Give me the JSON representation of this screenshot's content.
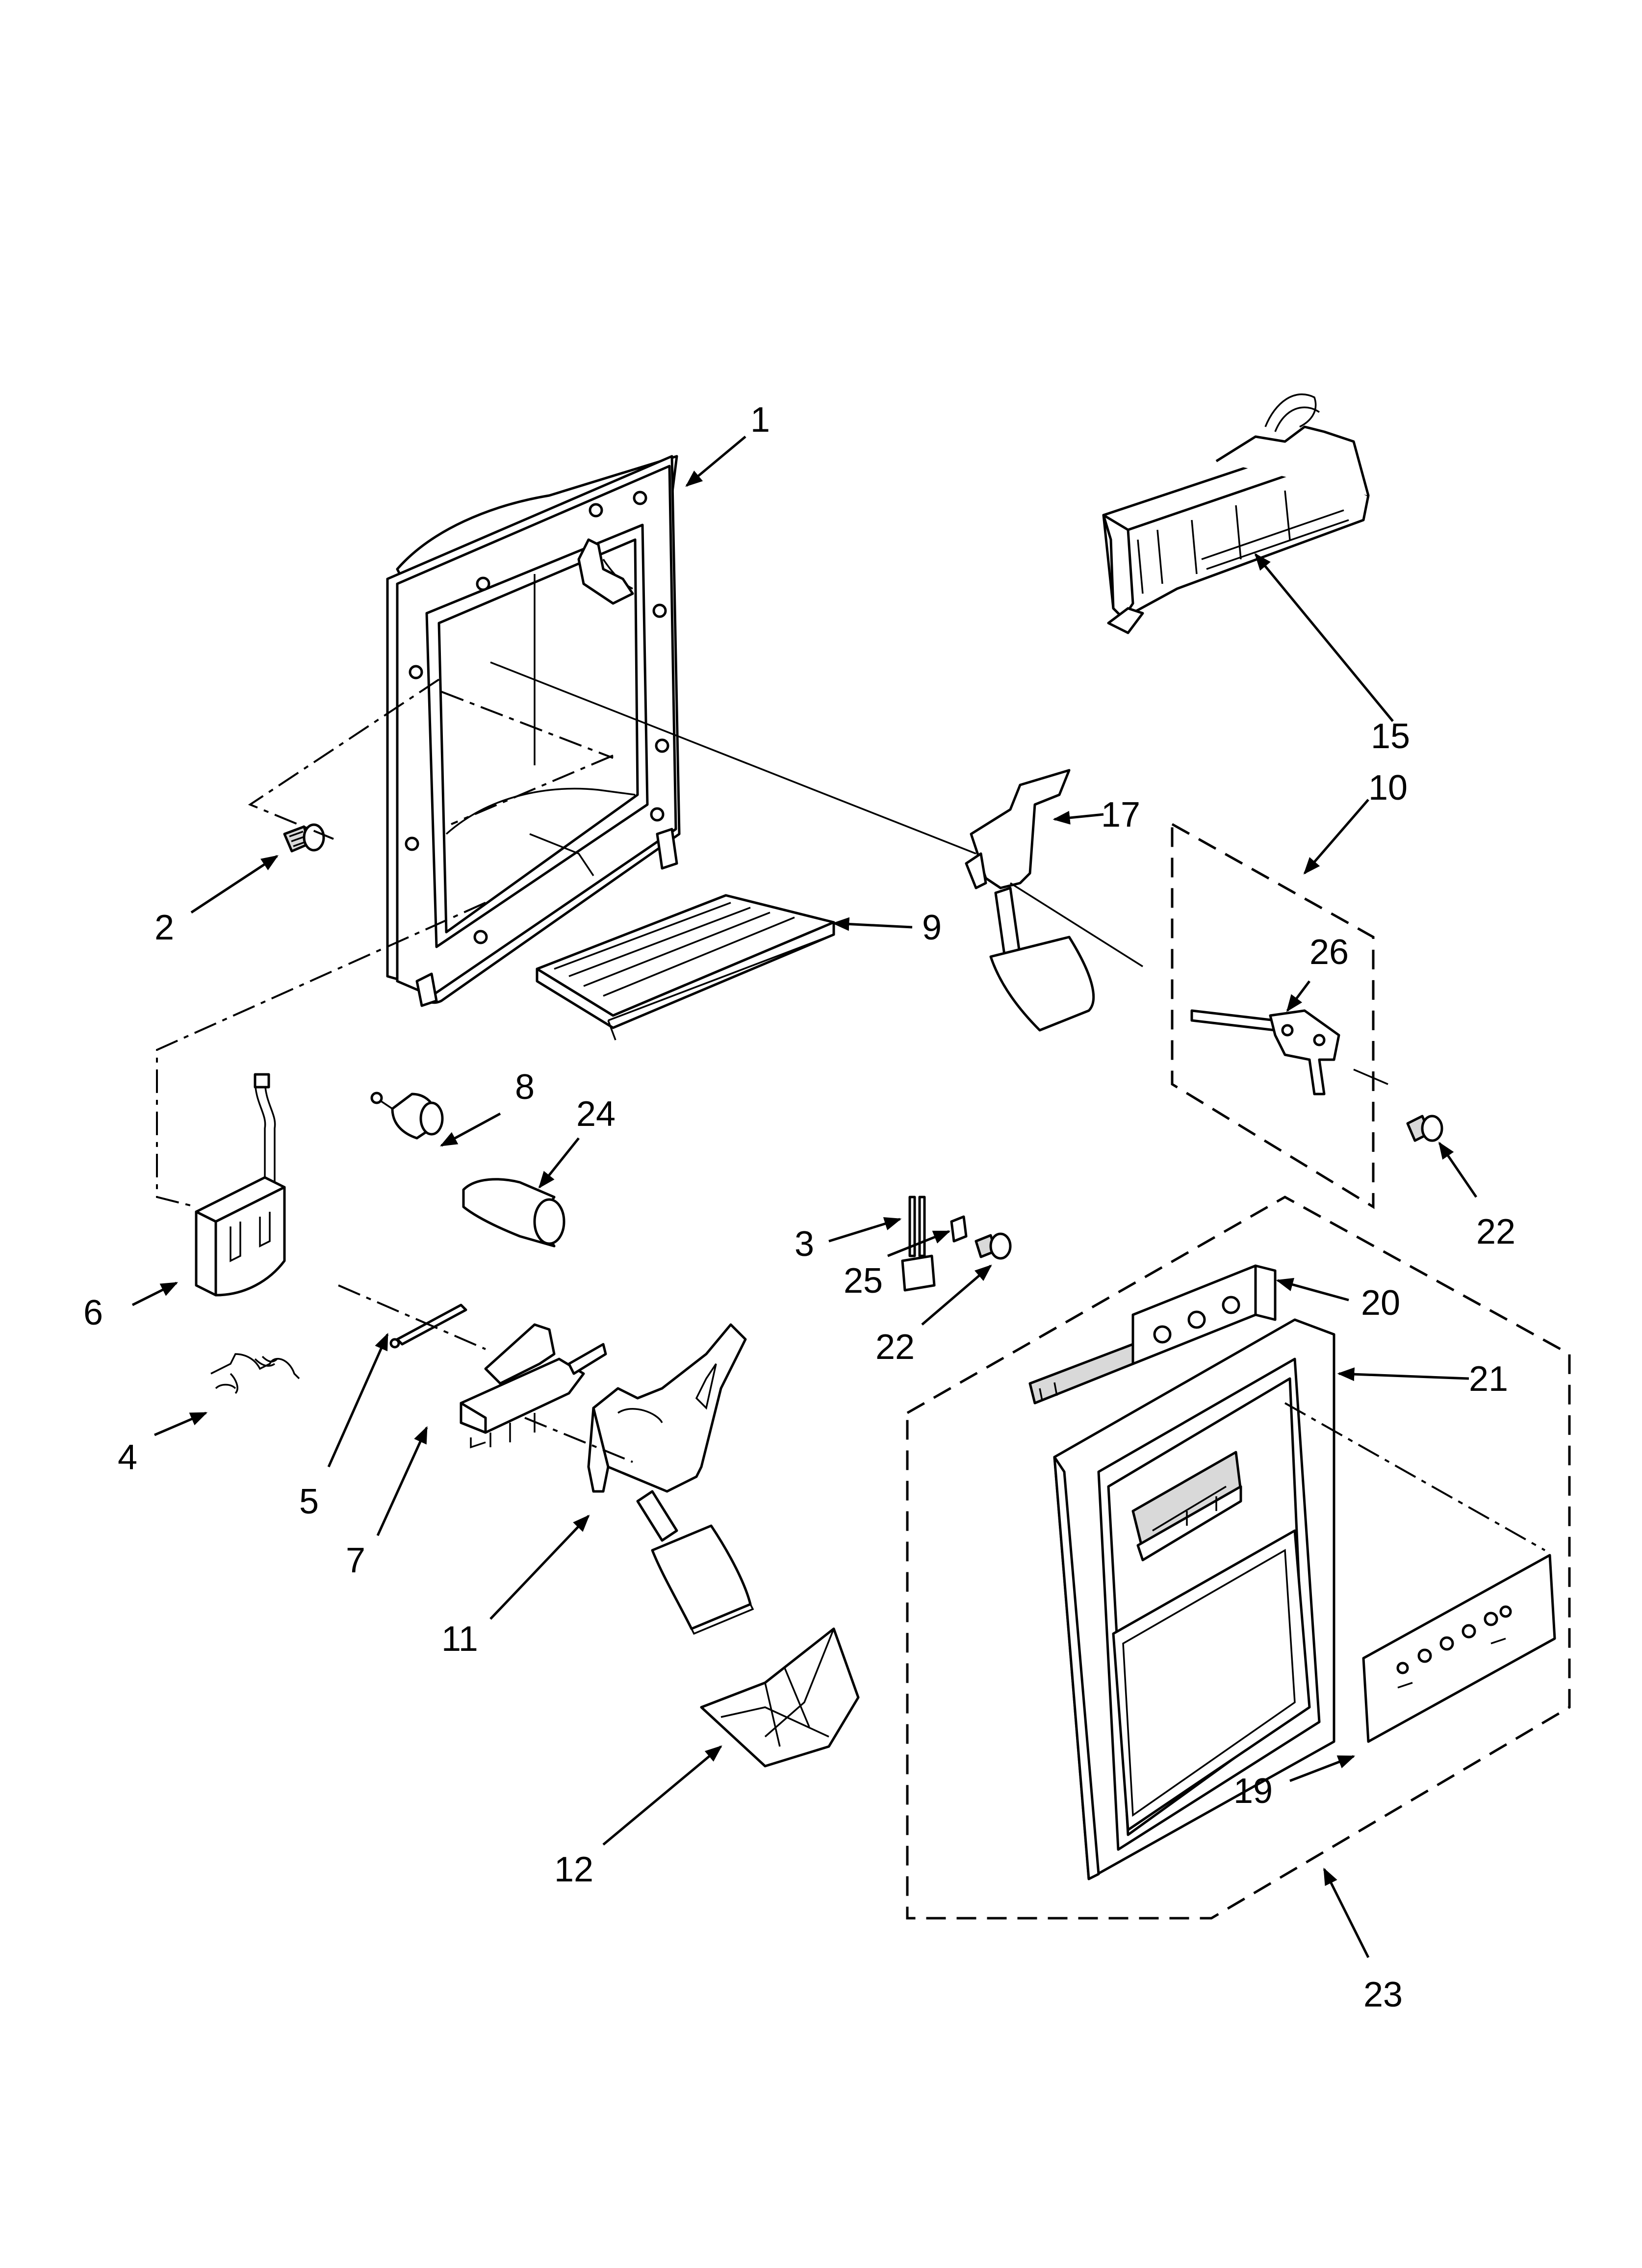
{
  "callouts": [
    {
      "id": "1",
      "label": "1"
    },
    {
      "id": "2",
      "label": "2"
    },
    {
      "id": "3",
      "label": "3"
    },
    {
      "id": "4",
      "label": "4"
    },
    {
      "id": "5",
      "label": "5"
    },
    {
      "id": "6",
      "label": "6"
    },
    {
      "id": "7",
      "label": "7"
    },
    {
      "id": "8",
      "label": "8"
    },
    {
      "id": "9",
      "label": "9"
    },
    {
      "id": "10",
      "label": "10"
    },
    {
      "id": "11",
      "label": "11"
    },
    {
      "id": "12",
      "label": "12"
    },
    {
      "id": "15",
      "label": "15"
    },
    {
      "id": "17",
      "label": "17"
    },
    {
      "id": "19",
      "label": "19"
    },
    {
      "id": "20",
      "label": "20"
    },
    {
      "id": "21",
      "label": "21"
    },
    {
      "id": "22a",
      "label": "22"
    },
    {
      "id": "22b",
      "label": "22"
    },
    {
      "id": "23",
      "label": "23"
    },
    {
      "id": "24",
      "label": "24"
    },
    {
      "id": "25",
      "label": "25"
    },
    {
      "id": "26",
      "label": "26"
    }
  ],
  "colors": {
    "line": "#000000",
    "background": "#ffffff",
    "part_fill_light": "#d9d9d9",
    "part_fill_dark": "#8a8a8a"
  }
}
